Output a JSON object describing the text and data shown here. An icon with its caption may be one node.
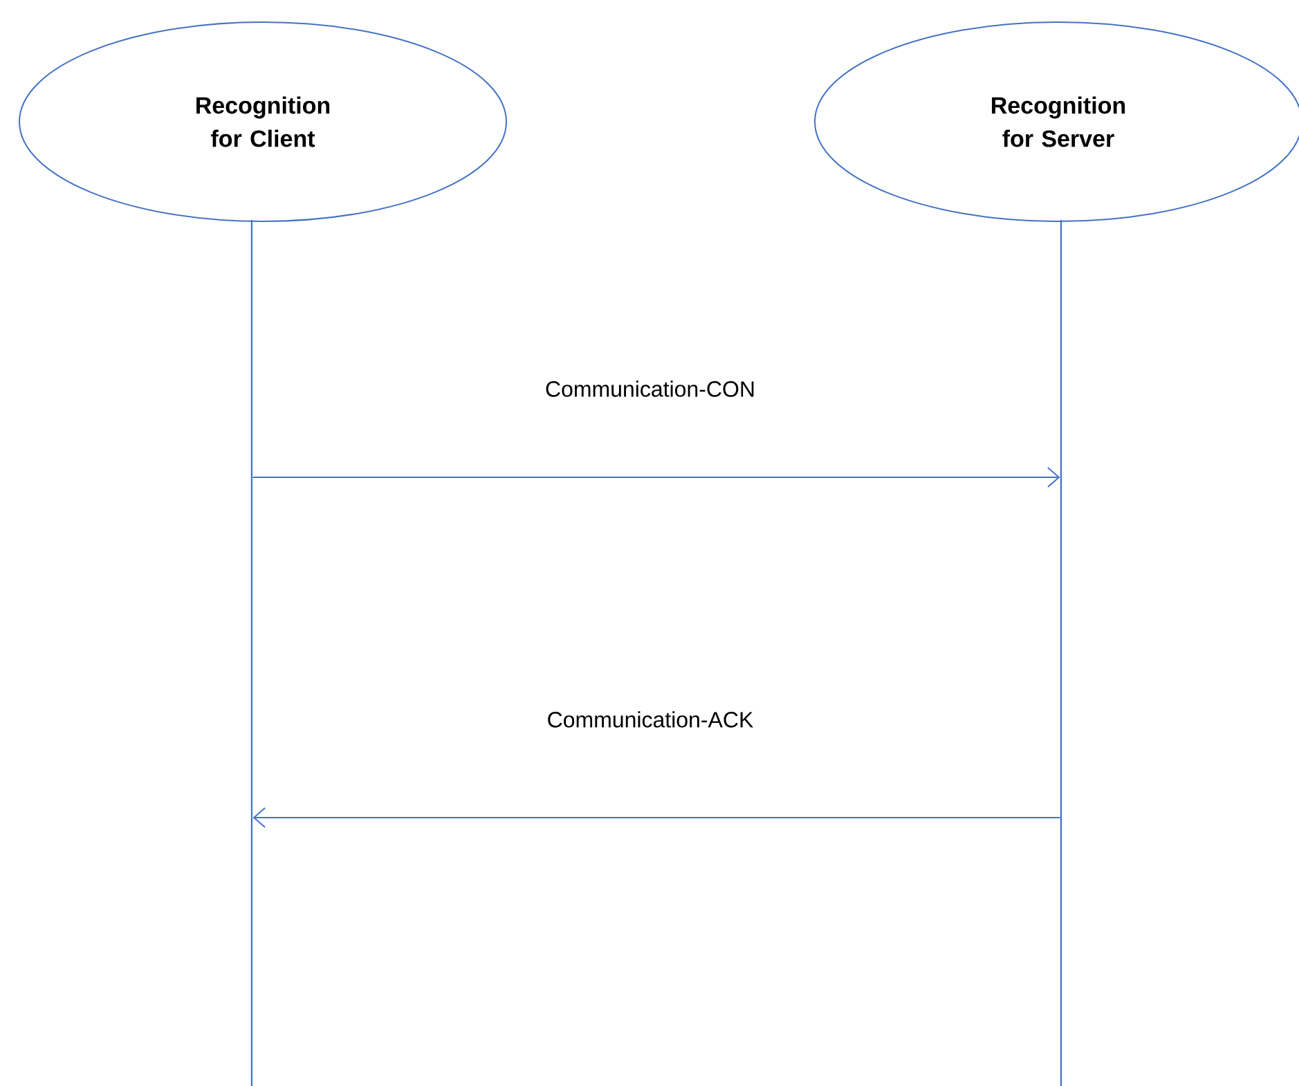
{
  "diagram": {
    "nodes": [
      {
        "text": [
          "Recognition for Client"
        ]
      },
      {
        "text": [
          "Recognition for Server"
        ]
      },
      {
        "text": [],
        "shape": "bar"
      },
      {
        "text": [],
        "shape": "bar"
      }
    ],
    "edges": [
      {
        "from": 2,
        "to": 3,
        "arrow": "to",
        "label": "Communication-CON"
      },
      {
        "from": 3,
        "to": 2,
        "arrow": "to",
        "label": "Communication-ACK"
      }
    ]
  }
}
